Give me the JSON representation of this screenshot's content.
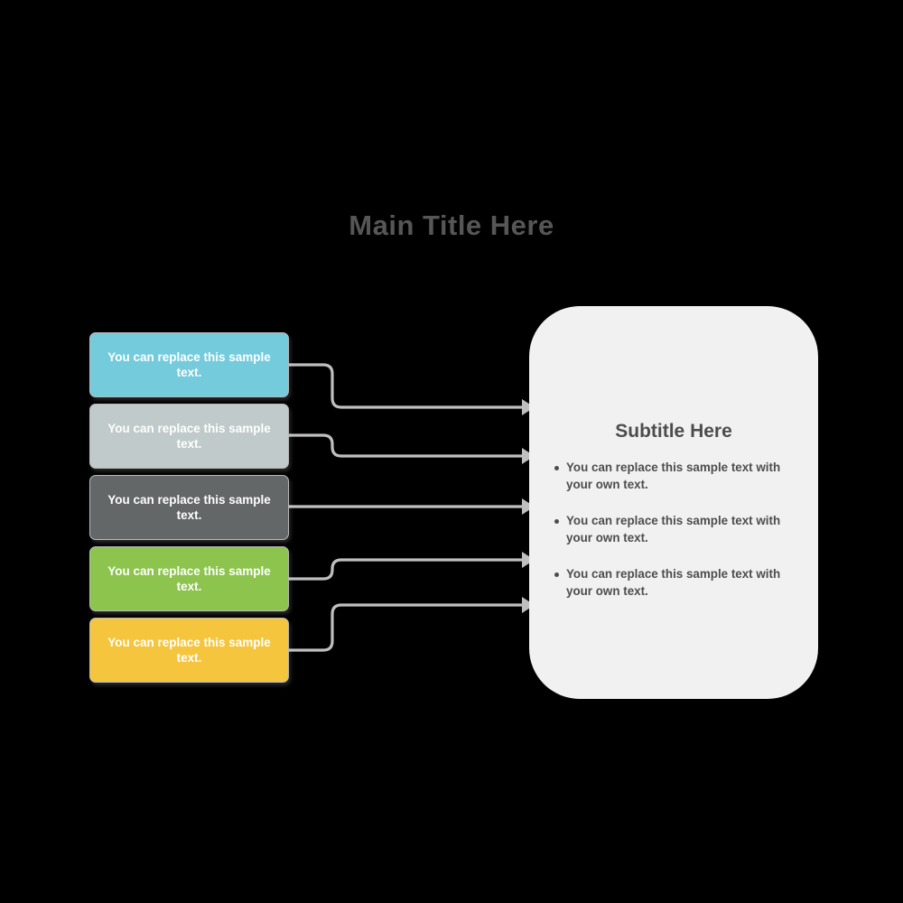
{
  "title": {
    "text": "Main Title Here",
    "color": "#565656"
  },
  "steps": [
    {
      "label": "You can replace this sample text.",
      "color": "#74CBDC",
      "name": "step-box-cyan"
    },
    {
      "label": "You can replace this sample text.",
      "color": "#C0CACA",
      "name": "step-box-gray-light"
    },
    {
      "label": "You can replace this sample text.",
      "color": "#636768",
      "name": "step-box-gray-dark"
    },
    {
      "label": "You can replace this sample text.",
      "color": "#8CC44E",
      "name": "step-box-green"
    },
    {
      "label": "You can replace this sample text.",
      "color": "#F5C53D",
      "name": "step-box-yellow"
    }
  ],
  "detail": {
    "subtitle": "Subtitle Here",
    "bullets": [
      "You can replace this sample text with your own text.",
      "You can replace this sample text with your own text.",
      "You can replace this sample text with your own text."
    ],
    "panel_color": "#F1F1F1",
    "text_color": "#4D4D4D"
  },
  "connectors": {
    "line_color": "#BFBFBF",
    "arrow_color": "#BFBFBF",
    "count": 5
  },
  "background_color": "#000000"
}
